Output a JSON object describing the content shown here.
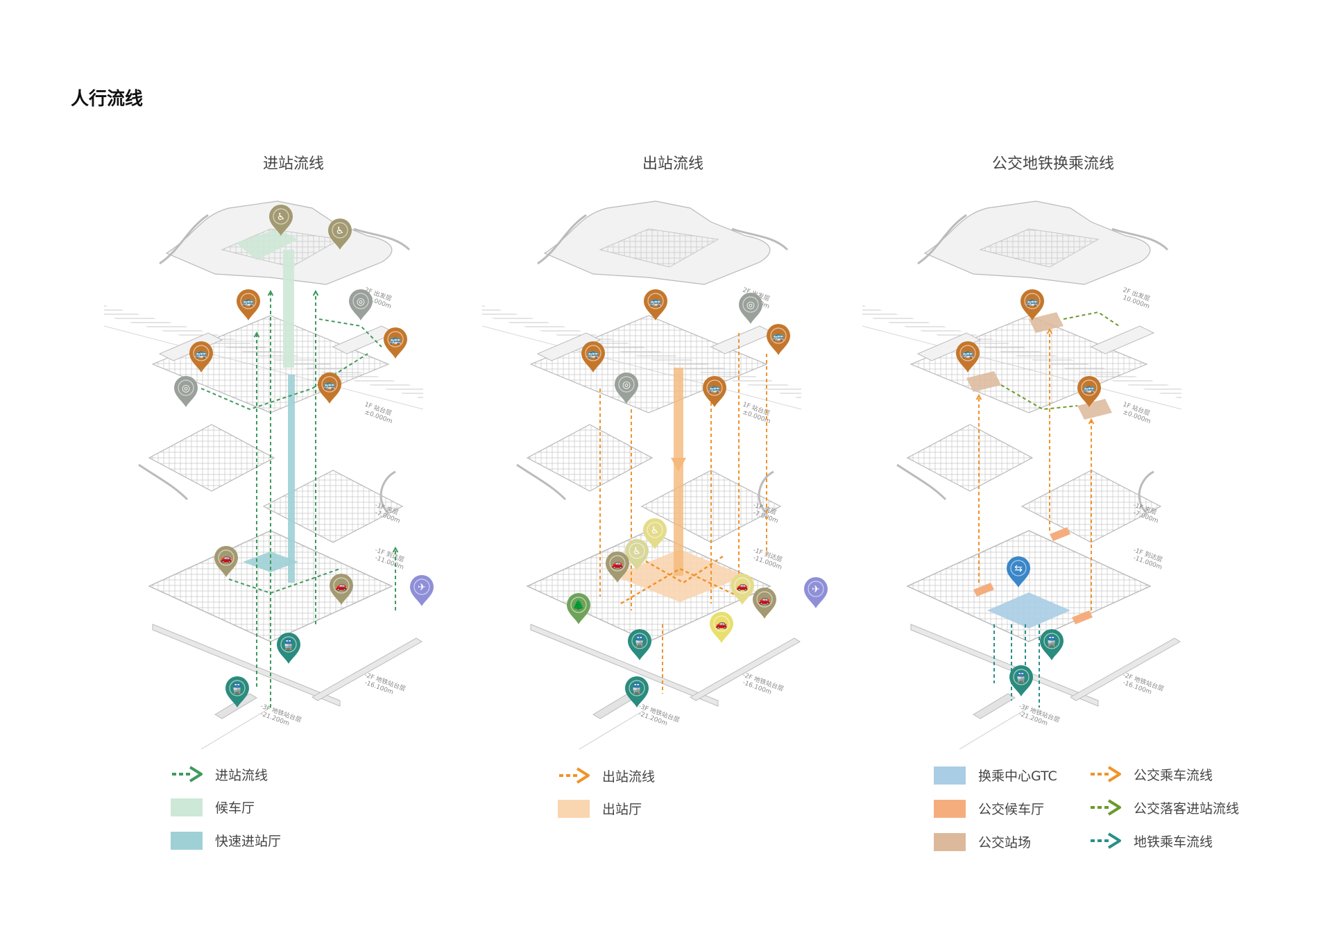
{
  "page_title": "人行流线",
  "panels": [
    {
      "title": "进站流线"
    },
    {
      "title": "出站流线"
    },
    {
      "title": "公交地铁换乘流线"
    }
  ],
  "levels": [
    {
      "name": "2F 出发层",
      "elev": "10.000m"
    },
    {
      "name": "1F 站台层",
      "elev": "±0.000m"
    },
    {
      "name": "-1F 夹层",
      "elev": "-7.000m"
    },
    {
      "name": "-1F 到达层",
      "elev": "-11.000m"
    },
    {
      "name": "-2F 地铁站台层",
      "elev": "-16.100m"
    },
    {
      "name": "-3F 地铁站台层",
      "elev": "-21.200m"
    }
  ],
  "colors": {
    "entry_flow": "#3f9a5c",
    "waiting_hall": "#cde8d6",
    "fast_entry_hall": "#9fd0d6",
    "exit_flow": "#f0932b",
    "exit_hall": "#f9d5b0",
    "gtc": "#a9cde4",
    "bus_waiting": "#f5ad7d",
    "bus_station": "#dcb99a",
    "bus_ride_flow": "#f0932b",
    "bus_drop_flow": "#6b9a2c",
    "metro_flow": "#2a8f8a",
    "pin_bus": "#c4772c",
    "pin_metro": "#2a8b7e",
    "pin_taxi": "#a39a72",
    "pin_parking": "#9aa09a",
    "pin_airport": "#8f8fd8"
  },
  "legend_left": [
    {
      "type": "arrow",
      "color": "#3f9a5c",
      "label": "进站流线"
    },
    {
      "type": "swatch",
      "color": "#cde8d6",
      "label": "候车厅"
    },
    {
      "type": "swatch",
      "color": "#9fd0d6",
      "label": "快速进站厅"
    }
  ],
  "legend_mid": [
    {
      "type": "arrow",
      "color": "#f0932b",
      "label": "出站流线"
    },
    {
      "type": "swatch",
      "color": "#f9d5b0",
      "label": "出站厅"
    }
  ],
  "legend_right_a": [
    {
      "type": "swatch",
      "color": "#a9cde4",
      "label": "换乘中心GTC"
    },
    {
      "type": "swatch",
      "color": "#f5ad7d",
      "label": "公交候车厅"
    },
    {
      "type": "swatch",
      "color": "#dcb99a",
      "label": "公交站场"
    }
  ],
  "legend_right_b": [
    {
      "type": "arrow",
      "color": "#f0932b",
      "label": "公交乘车流线"
    },
    {
      "type": "arrow",
      "color": "#6b9a2c",
      "label": "公交落客进站流线"
    },
    {
      "type": "arrow",
      "color": "#2a8f8a",
      "label": "地铁乘车流线"
    }
  ]
}
